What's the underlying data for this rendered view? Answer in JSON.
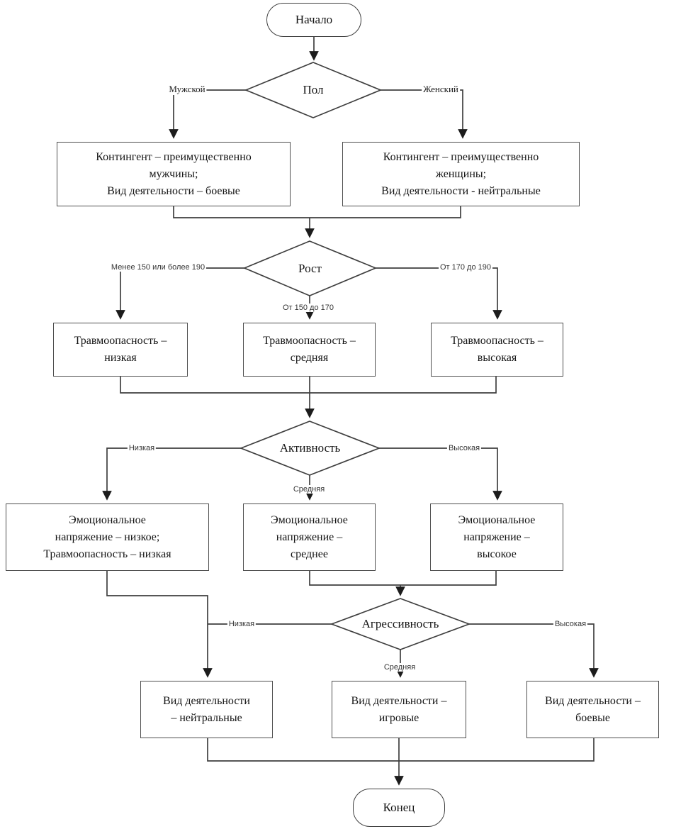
{
  "diagram": {
    "background_color": "#ffffff",
    "line_color": "#3f3f3f",
    "terminators": {
      "start": "Начало",
      "end": "Конец"
    },
    "decisions": {
      "gender": {
        "label": "Пол",
        "left": "Мужской",
        "right": "Женский"
      },
      "height": {
        "label": "Рост",
        "left": "Менее 150 или более 190",
        "middle": "От 150 до 170",
        "right": "От 170 до 190"
      },
      "activity": {
        "label": "Активность",
        "left": "Низкая",
        "middle": "Средняя",
        "right": "Высокая"
      },
      "aggression": {
        "label": "Агрессивность",
        "left": "Низкая",
        "middle": "Средняя",
        "right": "Высокая"
      }
    },
    "processes": {
      "contingent_male": "Контингент – преимущественно\nмужчины;\nВид деятельности – боевые",
      "contingent_female": "Контингент – преимущественно\nженщины;\nВид деятельности - нейтральные",
      "injury_low": "Травмоопасность –\nнизкая",
      "injury_medium": "Травмоопасность –\nсредняя",
      "injury_high": "Травмоопасность –\nвысокая",
      "emotion_low": "Эмоциональное\nнапряжение – низкое;\nТравмоопасность – низкая",
      "emotion_medium": "Эмоциональное\nнапряжение –\nсреднее",
      "emotion_high": "Эмоциональное\nнапряжение –\nвысокое",
      "activity_neutral": "Вид деятельности\n– нейтральные",
      "activity_game": "Вид деятельности –\nигровые",
      "activity_combat": "Вид деятельности –\nбоевые"
    }
  }
}
